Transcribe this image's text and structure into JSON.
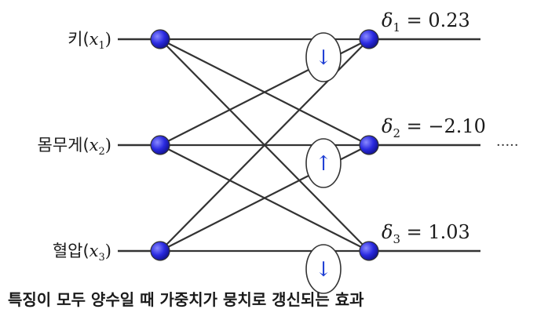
{
  "diagram": {
    "inputs": [
      {
        "name": "키",
        "sub": "1"
      },
      {
        "name": "몸무게",
        "sub": "2"
      },
      {
        "name": "혈압",
        "sub": "3"
      }
    ],
    "deltas": [
      {
        "symbol": "δ",
        "sub": "1",
        "value": "0.23"
      },
      {
        "symbol": "δ",
        "sub": "2",
        "value": "−2.10"
      },
      {
        "symbol": "δ",
        "sub": "3",
        "value": "1.03"
      }
    ],
    "update_arrows": [
      "↓",
      "↑",
      "↓"
    ],
    "continuation": "·····",
    "colors": {
      "node_fill": "#2222dd",
      "line": "#333333",
      "arrow": "#1f3fd4",
      "text": "#1a1a1a"
    }
  },
  "caption": "특징이 모두 양수일 때 가중치가 뭉치로 갱신되는 효과"
}
